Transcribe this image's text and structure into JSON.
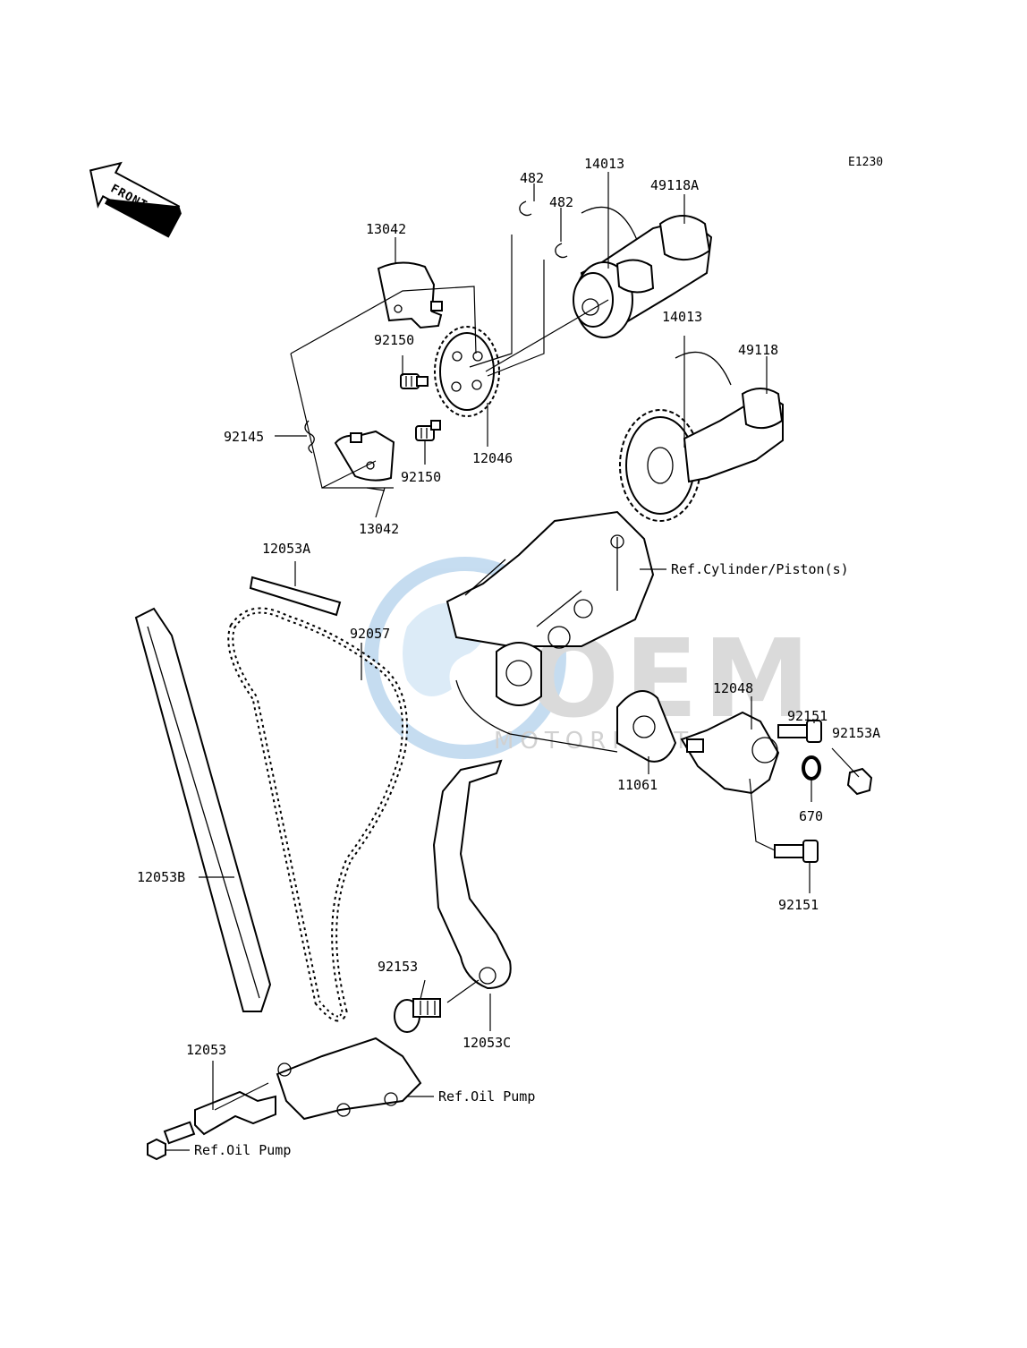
{
  "diagram_code": "E1230",
  "front_label": "FRONT",
  "watermark": {
    "brand": "OEM",
    "tagline": "MOTORPARTS",
    "colors": {
      "globe": "#bcd7ee",
      "text": "#c9c9c9"
    }
  },
  "callouts": [
    {
      "id": "c482a",
      "text": "482"
    },
    {
      "id": "c482b",
      "text": "482"
    },
    {
      "id": "c14013a",
      "text": "14013"
    },
    {
      "id": "c49118a",
      "text": "49118A"
    },
    {
      "id": "c13042a",
      "text": "13042"
    },
    {
      "id": "c92150a",
      "text": "92150"
    },
    {
      "id": "c14013b",
      "text": "14013"
    },
    {
      "id": "c49118",
      "text": "49118"
    },
    {
      "id": "c92145",
      "text": "92145"
    },
    {
      "id": "c12046",
      "text": "12046"
    },
    {
      "id": "c92150b",
      "text": "92150"
    },
    {
      "id": "c13042b",
      "text": "13042"
    },
    {
      "id": "c12053a",
      "text": "12053A"
    },
    {
      "id": "cref_cyl",
      "text": "Ref.Cylinder/Piston(s)"
    },
    {
      "id": "c92057",
      "text": "92057"
    },
    {
      "id": "c12048",
      "text": "12048"
    },
    {
      "id": "c92151a",
      "text": "92151"
    },
    {
      "id": "c92153a",
      "text": "92153A"
    },
    {
      "id": "c11061",
      "text": "11061"
    },
    {
      "id": "c670",
      "text": "670"
    },
    {
      "id": "c12053b",
      "text": "12053B"
    },
    {
      "id": "c92151b",
      "text": "92151"
    },
    {
      "id": "c92153",
      "text": "92153"
    },
    {
      "id": "c12053c",
      "text": "12053C"
    },
    {
      "id": "c12053",
      "text": "12053"
    },
    {
      "id": "cref_oil1",
      "text": "Ref.Oil Pump"
    },
    {
      "id": "cref_oil2",
      "text": "Ref.Oil Pump"
    }
  ]
}
